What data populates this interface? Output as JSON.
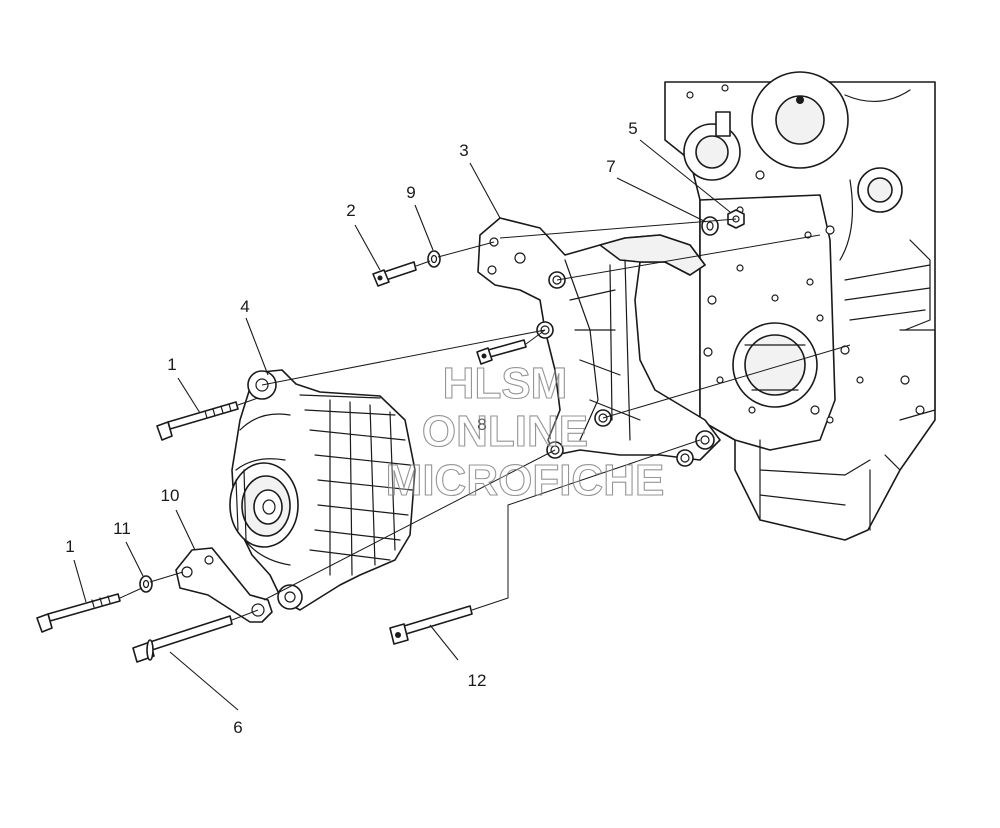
{
  "callouts": {
    "c1a": "1",
    "c1b": "1",
    "c2": "2",
    "c3": "3",
    "c4": "4",
    "c5": "5",
    "c6": "6",
    "c7": "7",
    "c8": "8",
    "c9": "9",
    "c10": "10",
    "c11": "11",
    "c12": "12"
  },
  "watermark": {
    "line1": "HLSM",
    "line2": "ONLINE",
    "line3": "MICROFICHE"
  },
  "colors": {
    "ink": "#1a1a1a",
    "paper": "#ffffff",
    "watermark_outline": "#7a7a7a"
  }
}
